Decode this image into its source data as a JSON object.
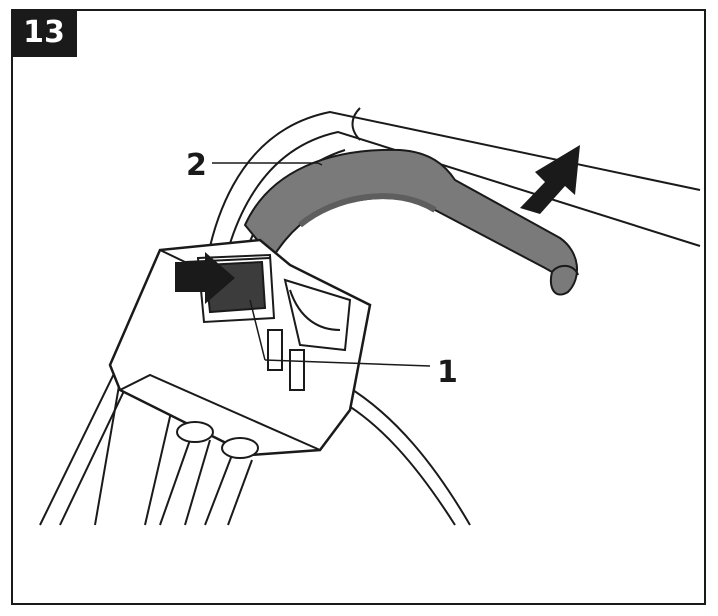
{
  "step": {
    "number": "13"
  },
  "callouts": [
    {
      "id": "1",
      "label": "1"
    },
    {
      "id": "2",
      "label": "2"
    }
  ],
  "colors": {
    "ink": "#1a1a1a",
    "grip": "#7a7a7a",
    "grip_shade": "#5e5e5e",
    "button": "#3c3c3c",
    "paper": "#ffffff"
  },
  "icons": [
    "push-arrow-icon",
    "lift-arrow-icon"
  ]
}
